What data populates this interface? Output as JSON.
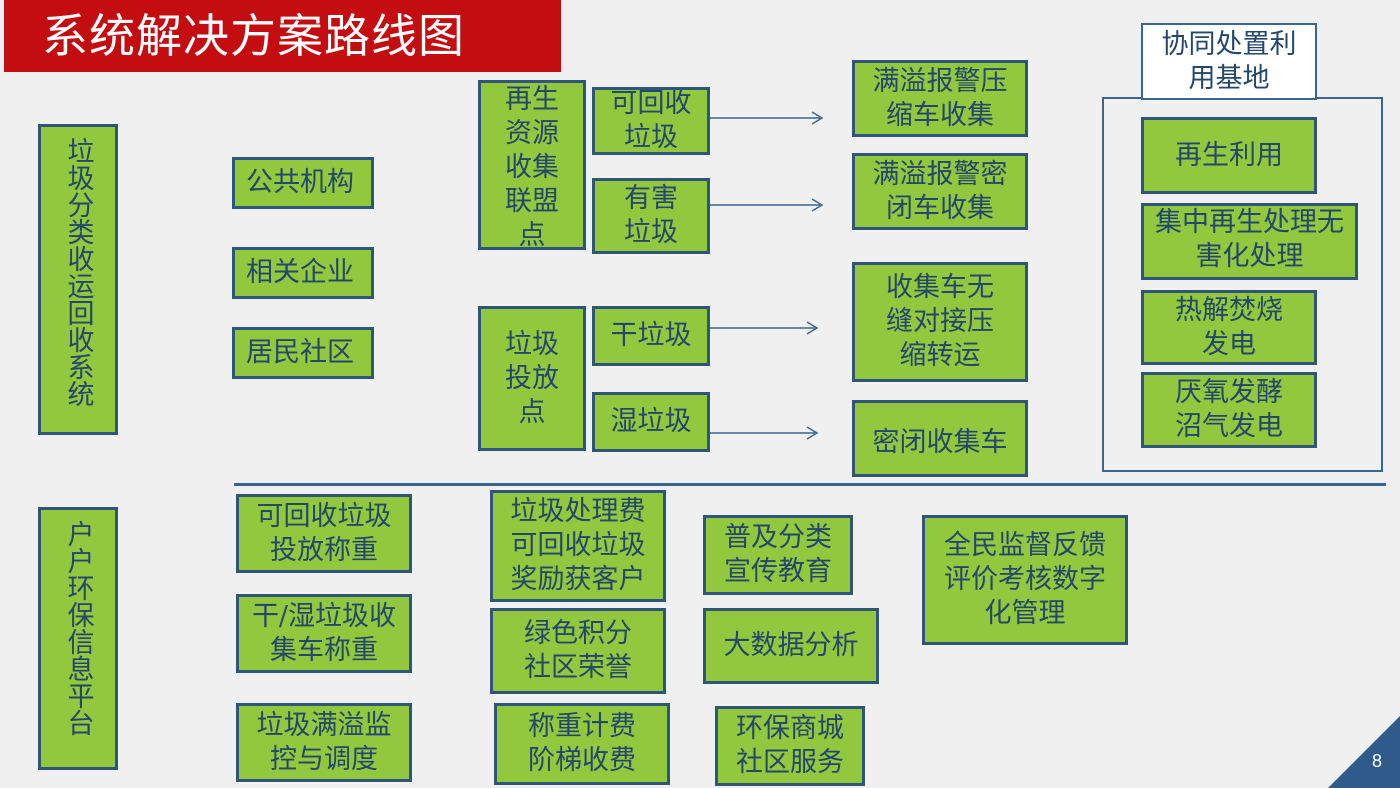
{
  "title": "系统解决方案路线图",
  "page_number": "8",
  "left_labels": {
    "collection_system": "垃圾分类收运回收系统",
    "info_platform": "户户环保信息平台"
  },
  "sources": [
    "公共机构",
    "相关企业",
    "居民社区"
  ],
  "points": {
    "recycle_alliance": "再生资源收集联盟点",
    "drop_point": "垃圾投放点"
  },
  "waste_types": [
    "可回收垃圾",
    "有害垃圾",
    "干垃圾",
    "湿垃圾"
  ],
  "transport": [
    "满溢报警压缩车收集",
    "满溢报警密闭车收集",
    "收集车无缝对接压缩转运",
    "密闭收集车"
  ],
  "base": {
    "label": "协同处置利用基地",
    "items": [
      "再生利用",
      "集中再生处理无害化处理",
      "热解焚烧发电",
      "厌氧发酵沼气发电"
    ]
  },
  "platform": {
    "col1": [
      "可回收垃圾投放称重",
      "干/湿垃圾收集车称重",
      "垃圾满溢监控与调度"
    ],
    "col2": [
      "垃圾处理费可回收垃圾奖励获客户",
      "绿色积分社区荣誉",
      "称重计费阶梯收费"
    ],
    "col3": [
      "普及分类宣传教育",
      "大数据分析",
      "环保商城社区服务"
    ],
    "col4": [
      "全民监督反馈评价考核数字化管理"
    ]
  },
  "colors": {
    "box_fill": "#92c83e",
    "box_border": "#2f5579",
    "title_bg": "#c40d10",
    "text": "#24476a"
  }
}
